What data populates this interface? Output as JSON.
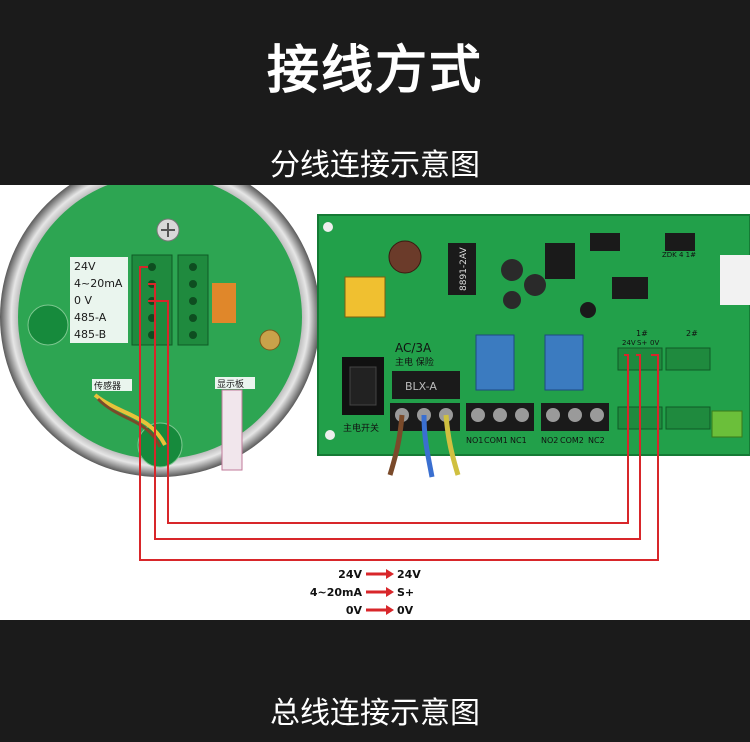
{
  "header": {
    "title": "接线方式",
    "subtitle": "分线连接示意图"
  },
  "footer": {
    "title": "总线连接示意图"
  },
  "meter": {
    "terminals": [
      "24V",
      "4~20mA",
      "0 V",
      "485-A",
      "485-B"
    ],
    "sensor_label": "传感器",
    "display_label": "显示板"
  },
  "board": {
    "fuse_label": "AC/3A",
    "fuse_sub": "主电 保险",
    "switch_label": "主电开关",
    "relay_model": "8891-2AV",
    "fuse_holder_text": "BLX-A",
    "channel1": "1#",
    "channel2": "2#",
    "term_24v": "24V",
    "term_s": "S+",
    "term_0v": "0V",
    "relay_terminals": [
      "NO1",
      "COM1",
      "NC1",
      "NO2",
      "COM2",
      "NC2"
    ],
    "chip_label": "ZDK 4 1#"
  },
  "legend": [
    {
      "from": "24V",
      "to": "24V"
    },
    {
      "from": "4~20mA",
      "to": "S+"
    },
    {
      "from": "0V",
      "to": "0V"
    }
  ],
  "colors": {
    "pcb": "#22a04a",
    "wire": "#d8262a",
    "band": "#1b1b1b"
  }
}
